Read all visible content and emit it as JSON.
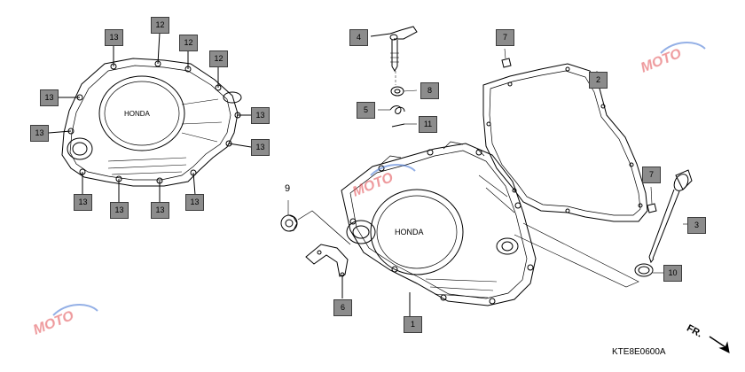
{
  "brand_text": "HONDA",
  "diagram_code": "KTE8E0600A",
  "direction_label": "FR.",
  "watermark_text": "MOTO",
  "watermark_colors": [
    "#e0484d",
    "#3d6fd1"
  ],
  "callouts": {
    "c13a": "13",
    "c12a": "12",
    "c12b": "12",
    "c12c": "12",
    "c13b": "13",
    "c13c": "13",
    "c13d": "13",
    "c13e": "13",
    "c13f": "13",
    "c13g": "13",
    "c13h": "13",
    "c13i": "13",
    "c4": "4",
    "c8": "8",
    "c5": "5",
    "c11": "11",
    "c7a": "7",
    "c2": "2",
    "c7b": "7",
    "c3": "3",
    "c10": "10",
    "c6": "6",
    "c1": "1"
  },
  "plain_label": "9"
}
